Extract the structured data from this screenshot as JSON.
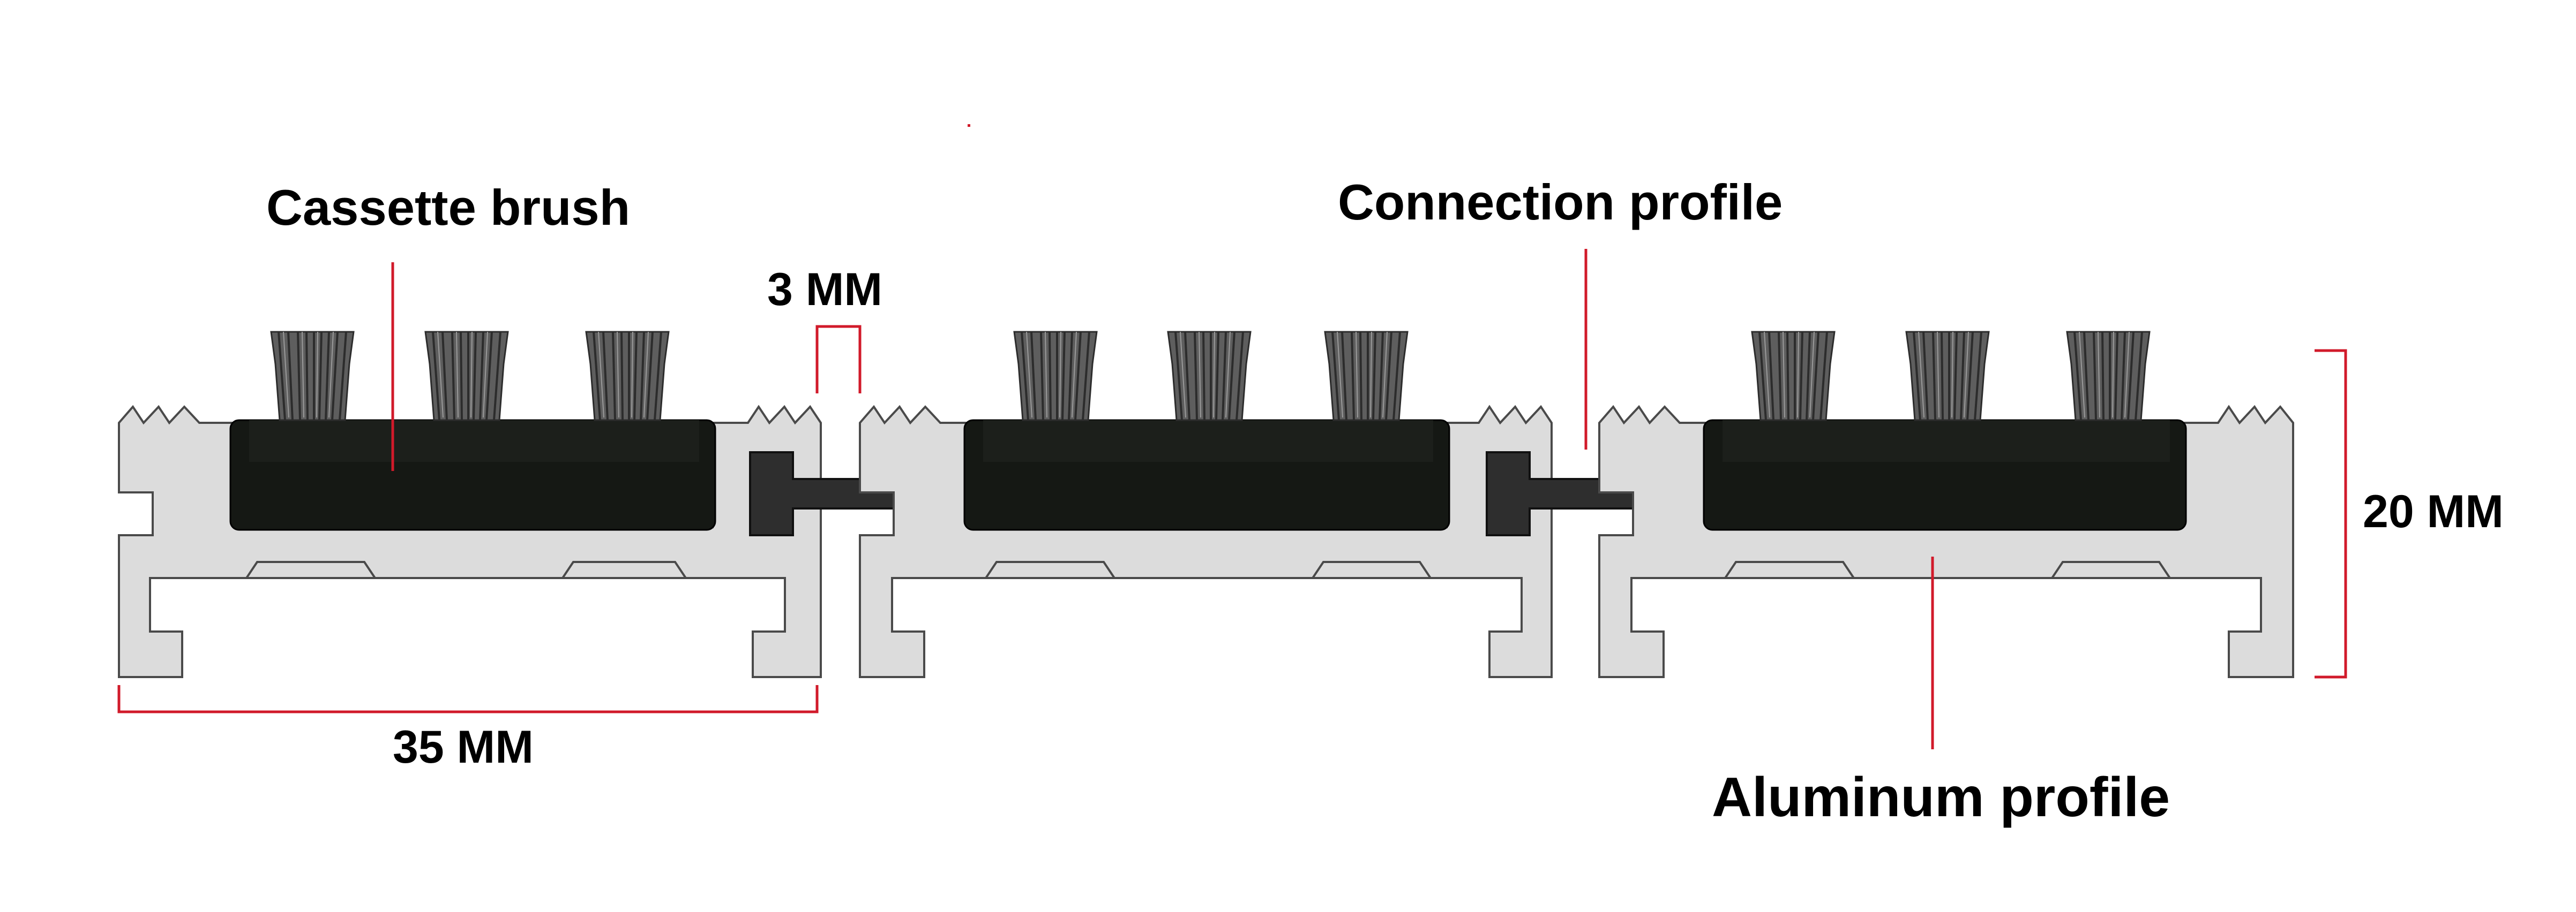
{
  "labels": {
    "cassette_brush": "Cassette brush",
    "connection_profile": "Connection profile",
    "aluminum_profile": "Aluminum profile",
    "gap": "3 MM",
    "width": "35 MM",
    "height": "20 MM"
  },
  "colors": {
    "aluminum": "#dcdcdc",
    "outline": "#4a4a4a",
    "cassette": "#151814",
    "bristle": "#5e5e5e",
    "bristle_dark": "#2c2c2c",
    "connector": "#2e2e2e",
    "dimension": "#d11a2a",
    "text": "#000000"
  }
}
